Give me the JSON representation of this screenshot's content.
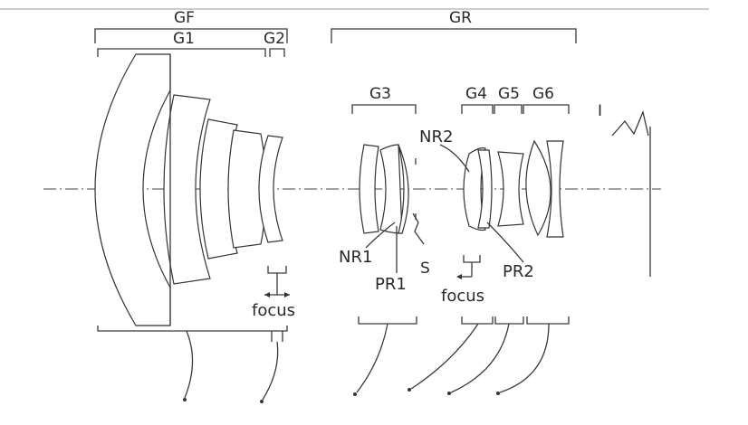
{
  "labels": {
    "gf": "GF",
    "gr": "GR",
    "g1": "G1",
    "g2": "G2",
    "g3": "G3",
    "g4": "G4",
    "g5": "G5",
    "g6": "G6",
    "i": "I",
    "nr1": "NR1",
    "pr1": "PR1",
    "nr2": "NR2",
    "pr2": "PR2",
    "s": "S",
    "focus_front": "focus",
    "focus_rear": "focus"
  }
}
